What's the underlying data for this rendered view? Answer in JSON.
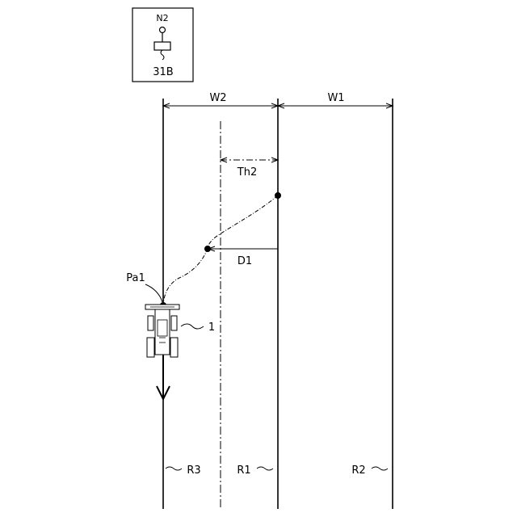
{
  "labels": {
    "node": "N2",
    "unit": "31B",
    "w2": "W2",
    "w1": "W1",
    "th2": "Th2",
    "d1": "D1",
    "pa1": "Pa1",
    "ref_1": "1",
    "r3": "R3",
    "r1": "R1",
    "r2": "R2"
  }
}
